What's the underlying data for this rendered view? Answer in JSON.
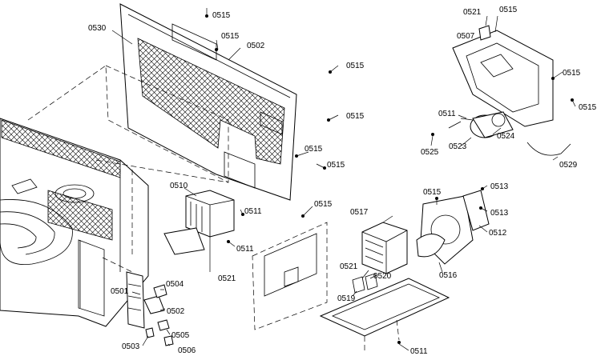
{
  "callouts": [
    {
      "id": "c01",
      "text": "0515"
    },
    {
      "id": "c02",
      "text": "0530"
    },
    {
      "id": "c03",
      "text": "0515"
    },
    {
      "id": "c04",
      "text": "0502"
    },
    {
      "id": "c05",
      "text": "0515"
    },
    {
      "id": "c06",
      "text": "0515"
    },
    {
      "id": "c07",
      "text": "0515"
    },
    {
      "id": "c08",
      "text": "0515"
    },
    {
      "id": "c09",
      "text": "0510"
    },
    {
      "id": "c10",
      "text": "0511"
    },
    {
      "id": "c11",
      "text": "0511"
    },
    {
      "id": "c12",
      "text": "0521"
    },
    {
      "id": "c13",
      "text": "0515"
    },
    {
      "id": "c14",
      "text": "0501"
    },
    {
      "id": "c15",
      "text": "0504"
    },
    {
      "id": "c16",
      "text": "0502"
    },
    {
      "id": "c17",
      "text": "0505"
    },
    {
      "id": "c18",
      "text": "0503"
    },
    {
      "id": "c19",
      "text": "0506"
    },
    {
      "id": "c20",
      "text": "0521"
    },
    {
      "id": "c21",
      "text": "0515"
    },
    {
      "id": "c22",
      "text": "0507"
    },
    {
      "id": "c23",
      "text": "0515"
    },
    {
      "id": "c24",
      "text": "0515"
    },
    {
      "id": "c25",
      "text": "0511"
    },
    {
      "id": "c26",
      "text": "0525"
    },
    {
      "id": "c27",
      "text": "0523"
    },
    {
      "id": "c28",
      "text": "0524"
    },
    {
      "id": "c29",
      "text": "0529"
    },
    {
      "id": "c30",
      "text": "0515"
    },
    {
      "id": "c31",
      "text": "0513"
    },
    {
      "id": "c32",
      "text": "0513"
    },
    {
      "id": "c33",
      "text": "0512"
    },
    {
      "id": "c34",
      "text": "0517"
    },
    {
      "id": "c35",
      "text": "0516"
    },
    {
      "id": "c36",
      "text": "0521"
    },
    {
      "id": "c37",
      "text": "0520"
    },
    {
      "id": "c38",
      "text": "0519"
    },
    {
      "id": "c39",
      "text": "0511"
    }
  ]
}
